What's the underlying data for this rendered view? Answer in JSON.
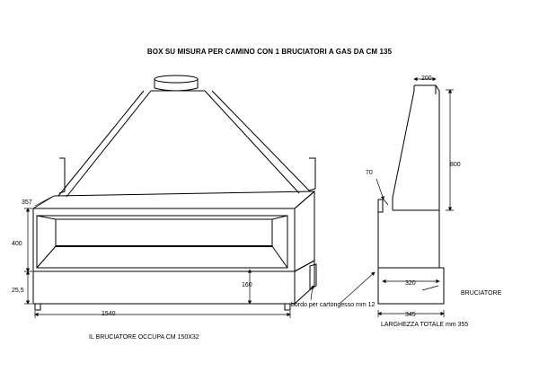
{
  "title": "BOX SU MISURA PER CAMINO CON 1 BRUCIATORI A GAS DA CM 135",
  "front_view": {
    "dim_depth": "357",
    "dim_opening_height": "400",
    "dim_base_height": "25,5",
    "dim_burner_height": "160",
    "dim_width": "1540",
    "note_burner": "IL BRUCIATORE OCCUPA CM 150X32",
    "note_trim": "bordo per cartongesso mm 12"
  },
  "side_view": {
    "dim_top": "200",
    "dim_flange": "70",
    "dim_height": "800",
    "dim_inner": "320",
    "dim_outer": "345",
    "label_burner": "BRUCIATORE",
    "note_total_width": "LARGHEZZA TOTALE mm 355"
  },
  "colors": {
    "line": "#000000",
    "background": "#ffffff"
  }
}
